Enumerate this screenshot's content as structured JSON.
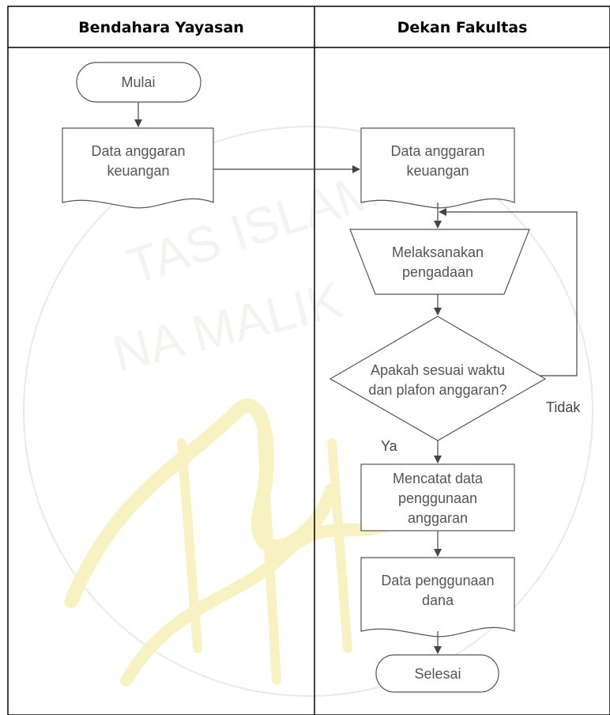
{
  "lanes": {
    "left_title": "Bendahara Yayasan",
    "right_title": "Dekan Fakultas"
  },
  "nodes": {
    "start": "Mulai",
    "doc_left": [
      "Data anggaran",
      "keuangan"
    ],
    "doc_right": [
      "Data anggaran",
      "keuangan"
    ],
    "manual_op": [
      "Melaksanakan",
      "pengadaan"
    ],
    "decision": [
      "Apakah sesuai waktu",
      "dan plafon anggaran?"
    ],
    "record": [
      "Mencatat data",
      "penggunaan",
      "anggaran"
    ],
    "doc_usage": [
      "Data penggunaan",
      "dana"
    ],
    "end": "Selesai"
  },
  "labels": {
    "yes": "Ya",
    "no": "Tidak"
  },
  "watermark": {
    "arc_text": "UNIVERSITAS ISLAM NEGERI MAULANA MALIK IBRAHIM",
    "color": "#c9d3c3",
    "calligraphy_color": "#f0e27a"
  },
  "colors": {
    "border": "#000000",
    "header_bg": "#ffffff",
    "shape_stroke": "#555555",
    "connector": "#444444"
  }
}
